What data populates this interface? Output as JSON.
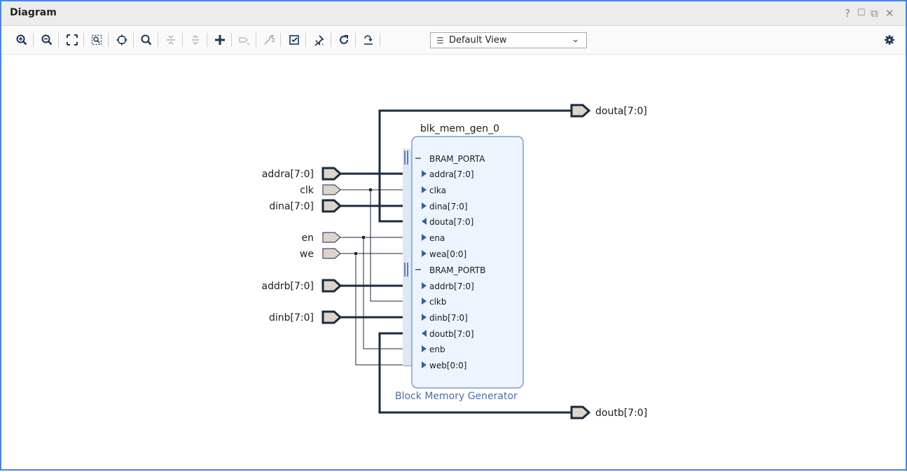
{
  "window": {
    "title": "Diagram",
    "controls": [
      "?",
      "☐",
      "⧉",
      "✕"
    ]
  },
  "toolbar": {
    "view_select": {
      "value": "Default View"
    },
    "icons": [
      "zoom-in-icon",
      "zoom-out-icon",
      "fit-icon",
      "zoom-area-icon",
      "auto-fit-icon",
      "search-icon",
      "collapse-all-icon",
      "expand-all-icon",
      "add-ip-icon",
      "add-port-icon",
      "properties-icon",
      "validate-icon",
      "pin-icon",
      "refresh-icon",
      "regenerate-layout-icon",
      "settings-icon"
    ]
  },
  "diagram": {
    "block": {
      "instance_name": "blk_mem_gen_0",
      "ip_name": "Block Memory Generator",
      "interfaces": {
        "porta": "BRAM_PORTA",
        "portb": "BRAM_PORTB"
      },
      "pins": {
        "addra": "addra[7:0]",
        "clka": "clka",
        "dina": "dina[7:0]",
        "douta": "douta[7:0]",
        "ena": "ena",
        "wea": "wea[0:0]",
        "addrb": "addrb[7:0]",
        "clkb": "clkb",
        "dinb": "dinb[7:0]",
        "doutb": "doutb[7:0]",
        "enb": "enb",
        "web": "web[0:0]"
      }
    },
    "ports": {
      "addra": "addra[7:0]",
      "clk": "clk",
      "dina": "dina[7:0]",
      "en": "en",
      "we": "we",
      "addrb": "addrb[7:0]",
      "dinb": "dinb[7:0]",
      "douta": "douta[7:0]",
      "doutb": "doutb[7:0]"
    },
    "colors": {
      "wire": "#1b2a3b",
      "block_fill": "#eef4fd",
      "block_border": "#6b88b4",
      "port_fill": "#ddd4cc",
      "ip_name": "#4c6e9e"
    }
  }
}
